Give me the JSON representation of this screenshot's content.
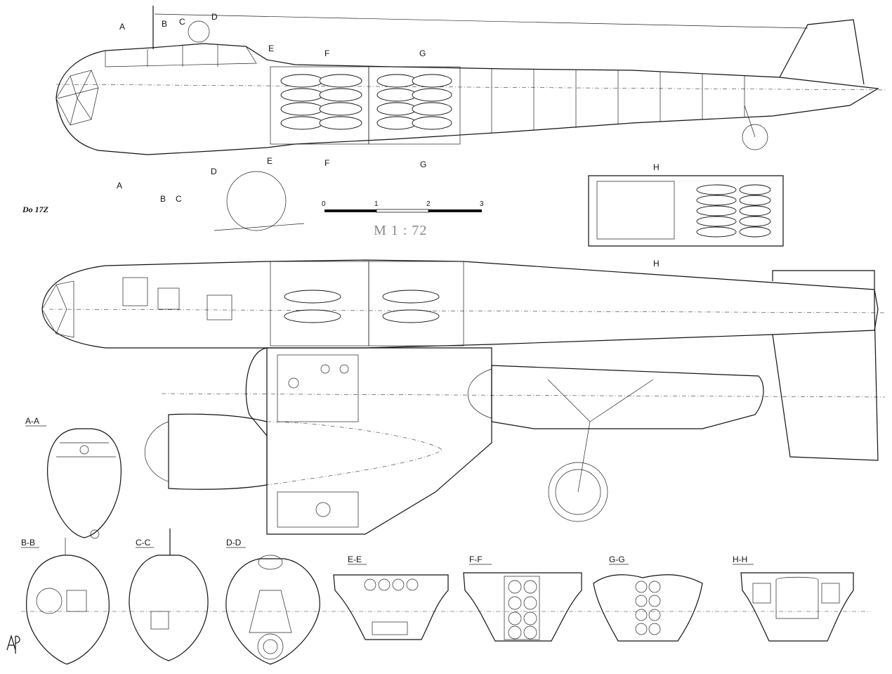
{
  "model_label": "Do 17Z",
  "scale": {
    "title": "M 1 : 72",
    "ticks": [
      "0",
      "1",
      "2",
      "3"
    ]
  },
  "section_marks": {
    "side_top": [
      "A",
      "B",
      "C",
      "D",
      "E",
      "F",
      "G"
    ],
    "side_bottom": [
      "A",
      "B",
      "C",
      "D",
      "E",
      "F",
      "G"
    ],
    "detail": [
      "H",
      "H"
    ]
  },
  "cross_sections": [
    "A-A",
    "B-B",
    "C-C",
    "D-D",
    "E-E",
    "F-F",
    "G-G",
    "H-H"
  ],
  "signature": "AP"
}
